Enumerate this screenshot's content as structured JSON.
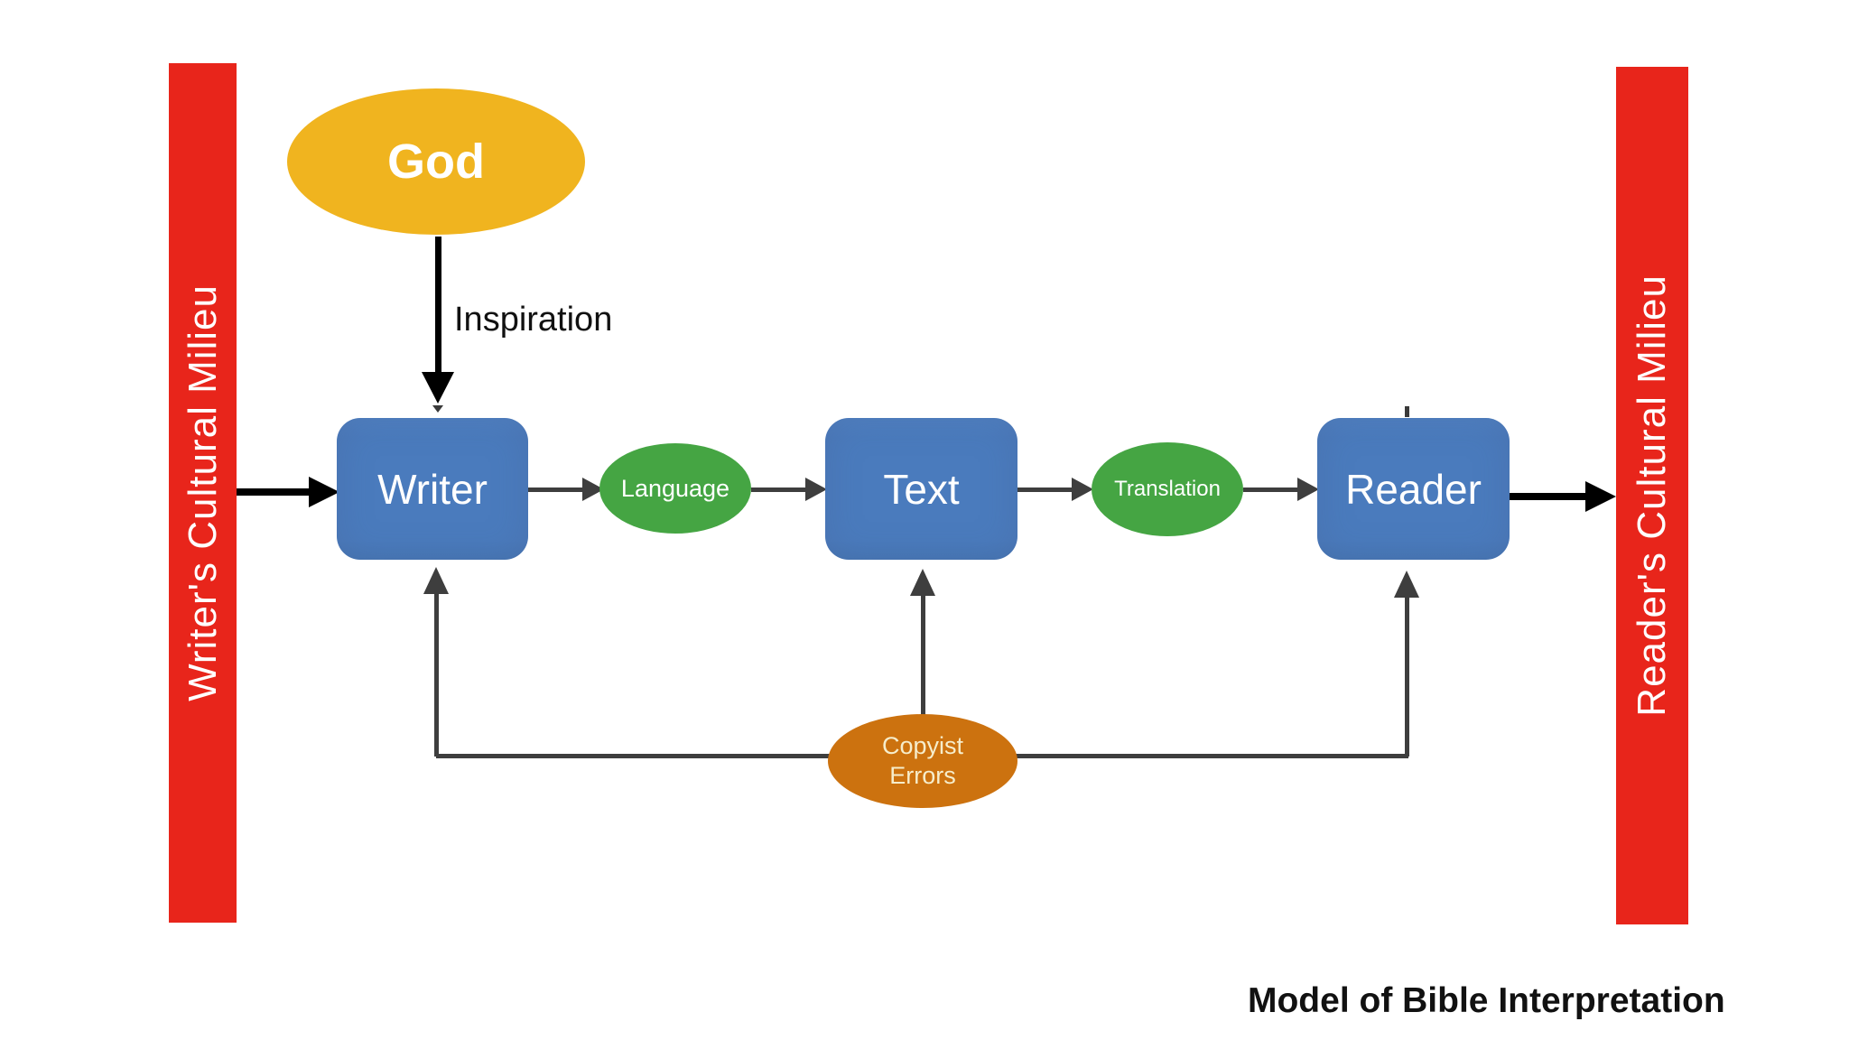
{
  "title": "Model of Bible Interpretation",
  "bars": {
    "left": {
      "label": "Writer's Cultural Milieu"
    },
    "right": {
      "label": "Reader's Cultural Milieu"
    }
  },
  "nodes": {
    "god": {
      "label": "God"
    },
    "writer": {
      "label": "Writer"
    },
    "language": {
      "label": "Language"
    },
    "text": {
      "label": "Text"
    },
    "translation": {
      "label": "Translation"
    },
    "reader": {
      "label": "Reader"
    },
    "copyist": {
      "label_line1": "Copyist",
      "label_line2": "Errors"
    }
  },
  "edges": {
    "inspiration_label": "Inspiration"
  },
  "colors": {
    "background": "#FFFFFF",
    "red_bar": "#E8251B",
    "gold": "#F0B41F",
    "blue": "#4A7BBD",
    "green": "#45A543",
    "orange": "#CC720F",
    "arrow_gray": "#3E3E3E",
    "text_black": "#111111",
    "copyist_text": "#F6EDCB"
  }
}
